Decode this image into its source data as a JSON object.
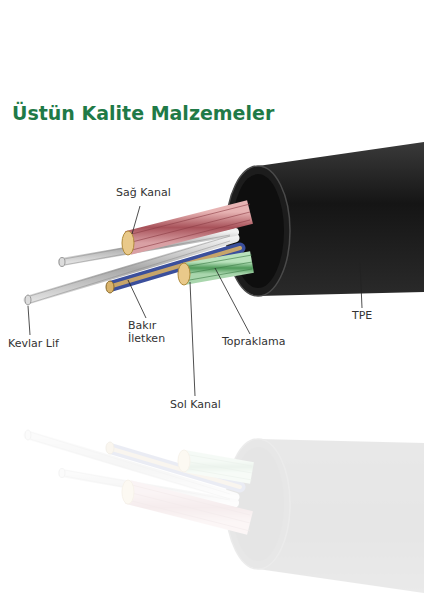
{
  "diagram": {
    "title": "Üstün Kalite Malzemeler",
    "labels": [
      "Sağ Kanal",
      "TPE",
      "Bakır İletken",
      "Kevlar Lif",
      "Topraklama",
      "Sol Kanal"
    ]
  }
}
